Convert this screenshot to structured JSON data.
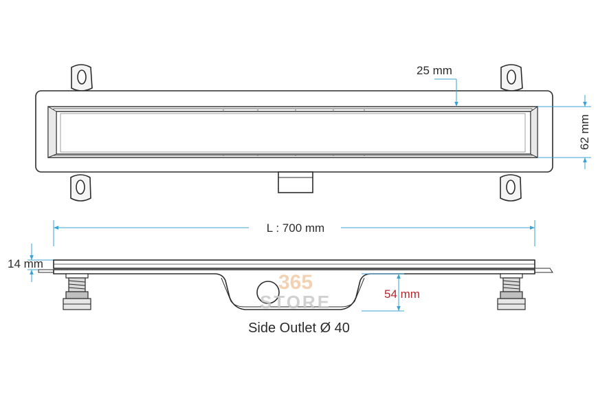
{
  "dimensions": {
    "grate_width": "25 mm",
    "channel_width": "62 mm",
    "length": "L : 700 mm",
    "frame_height": "14 mm",
    "outlet_depth": "54 mm"
  },
  "caption": "Side Outlet Ø 40",
  "watermark": {
    "number": "365",
    "word": "STORE"
  },
  "colors": {
    "dimension_line": "#3aa3d6",
    "outlet_depth_text": "#b3272d",
    "outline": "#2b2b2b",
    "watermark_number": "#f2c9a6",
    "watermark_word": "#c8c8c8"
  }
}
